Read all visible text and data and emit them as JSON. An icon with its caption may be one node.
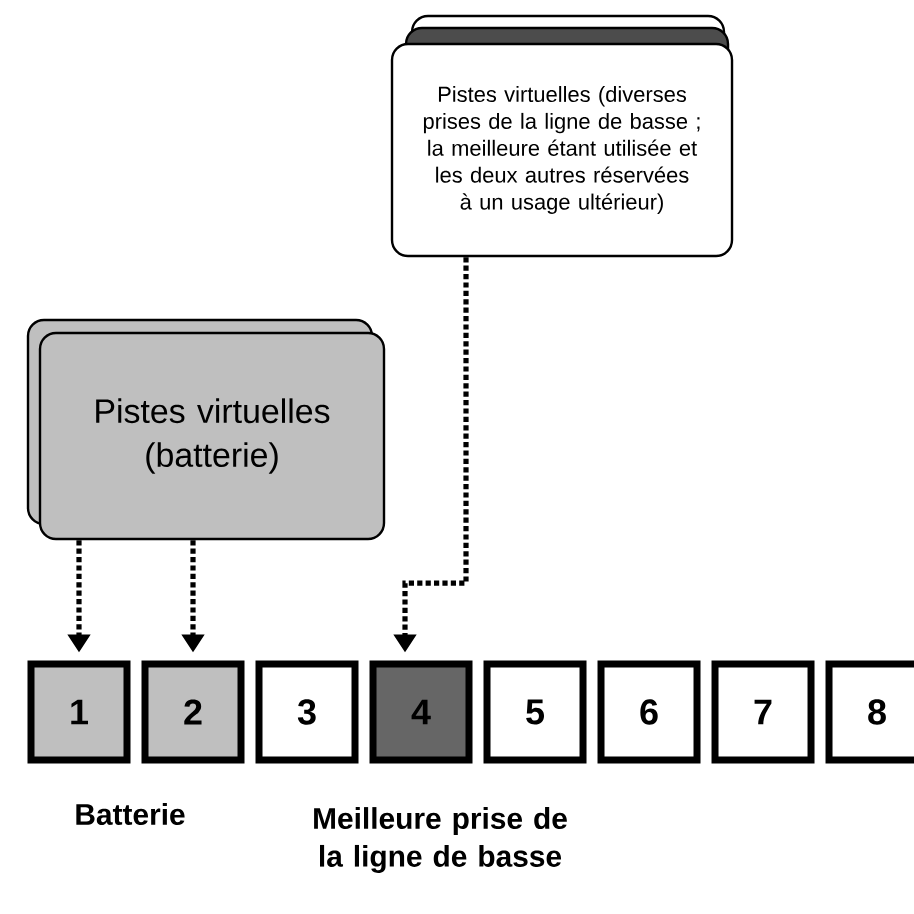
{
  "diagram": {
    "nodes": [
      {
        "text": [
          "Pistes virtuelles (diverses prises de la ligne de basse ; la meilleure étant utilisée et les deux autres réservées à un usage ultérieur)"
        ]
      },
      {
        "text": [
          "Pistes virtuelles (batterie)"
        ]
      },
      {
        "text": [
          "1"
        ]
      },
      {
        "text": [
          "2"
        ]
      },
      {
        "text": [
          "3"
        ]
      },
      {
        "text": [
          "4"
        ]
      },
      {
        "text": [
          "5"
        ]
      },
      {
        "text": [
          "6"
        ]
      },
      {
        "text": [
          "7"
        ]
      },
      {
        "text": [
          "8"
        ]
      }
    ],
    "edges": [
      {
        "from": 1,
        "to": 2,
        "arrow": "to"
      },
      {
        "from": 1,
        "to": 3,
        "arrow": "to"
      },
      {
        "from": 0,
        "to": 5,
        "arrow": "to"
      }
    ],
    "labels": [
      "Batterie",
      "Meilleure prise de la ligne de basse"
    ]
  }
}
